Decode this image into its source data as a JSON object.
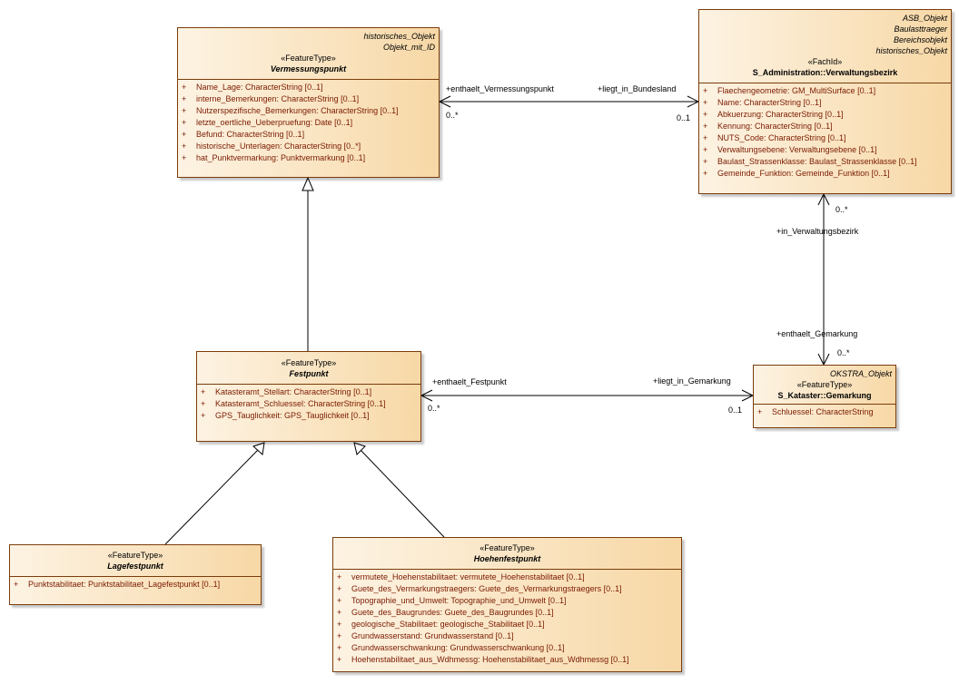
{
  "classes": {
    "vermessungspunkt": {
      "tags": [
        "historisches_Objekt",
        "Objekt_mit_ID"
      ],
      "stereotype": "«FeatureType»",
      "name": "Vermessungspunkt",
      "attributes": [
        {
          "vis": "+",
          "text": "Name_Lage: CharacterString [0..1]"
        },
        {
          "vis": "+",
          "text": "interne_Bemerkungen: CharacterString [0..1]"
        },
        {
          "vis": "+",
          "text": "Nutzerspezifische_Bemerkungen: CharacterString [0..1]"
        },
        {
          "vis": "+",
          "text": "letzte_oertliche_Ueberpruefung: Date [0..1]"
        },
        {
          "vis": "+",
          "text": "Befund: CharacterString [0..1]"
        },
        {
          "vis": "+",
          "text": "historische_Unterlagen: CharacterString [0..*]"
        },
        {
          "vis": "+",
          "text": "hat_Punktvermarkung: Punktvermarkung [0..1]"
        }
      ]
    },
    "verwaltungsbezirk": {
      "tags": [
        "ASB_Objekt",
        "Baulasttraeger",
        "Bereichsobjekt",
        "historisches_Objekt"
      ],
      "stereotype": "«FachId»",
      "name": "S_Administration::Verwaltungsbezirk",
      "attributes": [
        {
          "vis": "+",
          "text": "Flaechengeometrie: GM_MultiSurface [0..1]"
        },
        {
          "vis": "+",
          "text": "Name: CharacterString [0..1]"
        },
        {
          "vis": "+",
          "text": "Abkuerzung: CharacterString [0..1]"
        },
        {
          "vis": "+",
          "text": "Kennung: CharacterString [0..1]"
        },
        {
          "vis": "+",
          "text": "NUTS_Code: CharacterString [0..1]"
        },
        {
          "vis": "+",
          "text": "Verwaltungsebene: Verwaltungsebene [0..1]"
        },
        {
          "vis": "+",
          "text": "Baulast_Strassenklasse: Baulast_Strassenklasse [0..1]"
        },
        {
          "vis": "+",
          "text": "Gemeinde_Funktion: Gemeinde_Funktion [0..1]"
        }
      ]
    },
    "festpunkt": {
      "stereotype": "«FeatureType»",
      "name": "Festpunkt",
      "attributes": [
        {
          "vis": "+",
          "text": "Katasteramt_Stellart: CharacterString [0..1]"
        },
        {
          "vis": "+",
          "text": "Katasteramt_Schluessel: CharacterString [0..1]"
        },
        {
          "vis": "+",
          "text": "GPS_Tauglichkeit: GPS_Tauglichkeit [0..1]"
        }
      ]
    },
    "gemarkung": {
      "tags": [
        "OKSTRA_Objekt"
      ],
      "stereotype": "«FeatureType»",
      "name": "S_Kataster::Gemarkung",
      "attributes": [
        {
          "vis": "+",
          "text": "Schluessel: CharacterString"
        }
      ]
    },
    "lagefestpunkt": {
      "stereotype": "«FeatureType»",
      "name": "Lagefestpunkt",
      "attributes": [
        {
          "vis": "+",
          "text": "Punktstabilitaet: Punktstabilitaet_Lagefestpunkt [0..1]"
        }
      ]
    },
    "hoehenfestpunkt": {
      "stereotype": "«FeatureType»",
      "name": "Hoehenfestpunkt",
      "attributes": [
        {
          "vis": "+",
          "text": "vermutete_Hoehenstabilitaet: vermutete_Hoehenstabilitaet [0..1]"
        },
        {
          "vis": "+",
          "text": "Guete_des_Vermarkungstraegers: Guete_des_Vermarkungstraegers [0..1]"
        },
        {
          "vis": "+",
          "text": "Topographie_und_Umwelt: Topographie_und_Umwelt [0..1]"
        },
        {
          "vis": "+",
          "text": "Guete_des_Baugrundes: Guete_des_Baugrundes [0..1]"
        },
        {
          "vis": "+",
          "text": "geologische_Stabilitaet: geologische_Stabilitaet [0..1]"
        },
        {
          "vis": "+",
          "text": "Grundwasserstand: Grundwasserstand [0..1]"
        },
        {
          "vis": "+",
          "text": "Grundwasserschwankung: Grundwasserschwankung [0..1]"
        },
        {
          "vis": "+",
          "text": "Hoehenstabilitaet_aus_Wdhmessg: Hoehenstabilitaet_aus_Wdhmessg [0..1]"
        }
      ]
    }
  },
  "associations": {
    "vp_vb": {
      "role_left": "+enthaelt_Vermessungspunkt",
      "mult_left": "0..*",
      "role_right": "+liegt_in_Bundesland",
      "mult_right": "0..1"
    },
    "vb_gm": {
      "mult_top": "0..*",
      "role_top": "+in_Verwaltungsbezirk",
      "role_bottom": "+enthaelt_Gemarkung",
      "mult_bottom": "0..*"
    },
    "fp_gm": {
      "role_left": "+enthaelt_Festpunkt",
      "mult_left": "0..*",
      "role_right": "+liegt_in_Gemarkung",
      "mult_right": "0..1"
    }
  },
  "colors": {
    "class_border": "#7a3c0b",
    "attribute_text": "#7a1a00",
    "fill_light": "#fdf3e3",
    "fill_dark": "#f7d8a6"
  }
}
